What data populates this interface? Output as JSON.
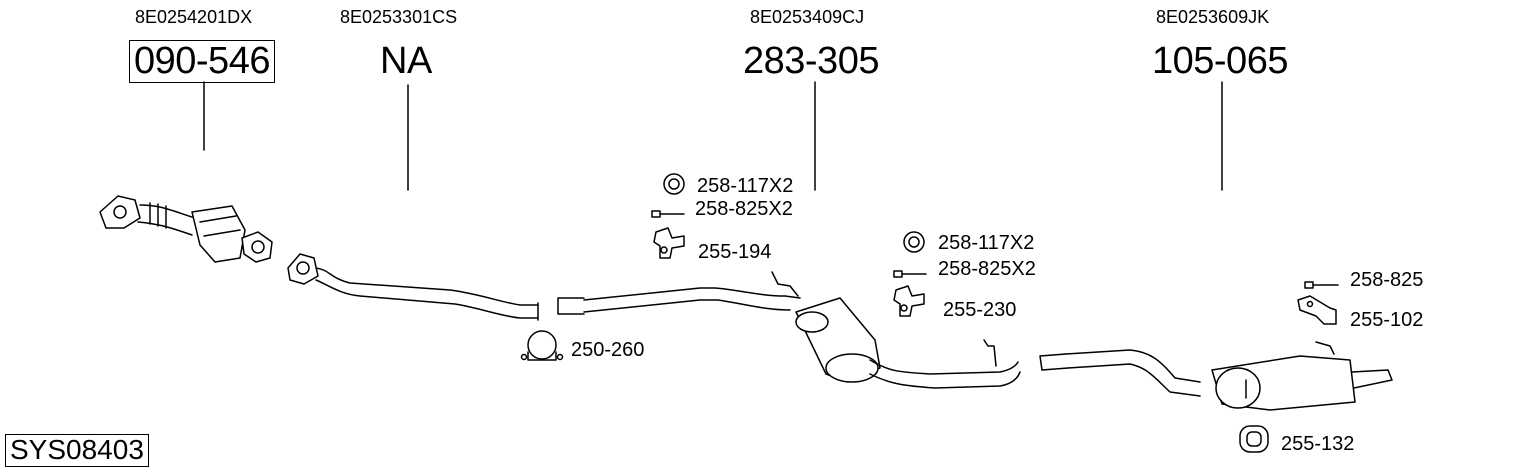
{
  "sections": [
    {
      "oem": "8E0254201DX",
      "code": "090-546",
      "boxed": true
    },
    {
      "oem": "8E0253301CS",
      "code": "NA",
      "boxed": false
    },
    {
      "oem": "8E0253409CJ",
      "code": "283-305",
      "boxed": false
    },
    {
      "oem": "8E0253609JK",
      "code": "105-065",
      "boxed": false
    }
  ],
  "parts": {
    "clamp": "250-260",
    "ring_a": "258-117X2",
    "bolt_a": "258-825X2",
    "hanger_a": "255-194",
    "ring_b": "258-117X2",
    "bolt_b": "258-825X2",
    "hanger_b": "255-230",
    "bolt_c": "258-825",
    "bracket_c": "255-102",
    "mount_d": "255-132"
  },
  "system_id": "SYS08403"
}
